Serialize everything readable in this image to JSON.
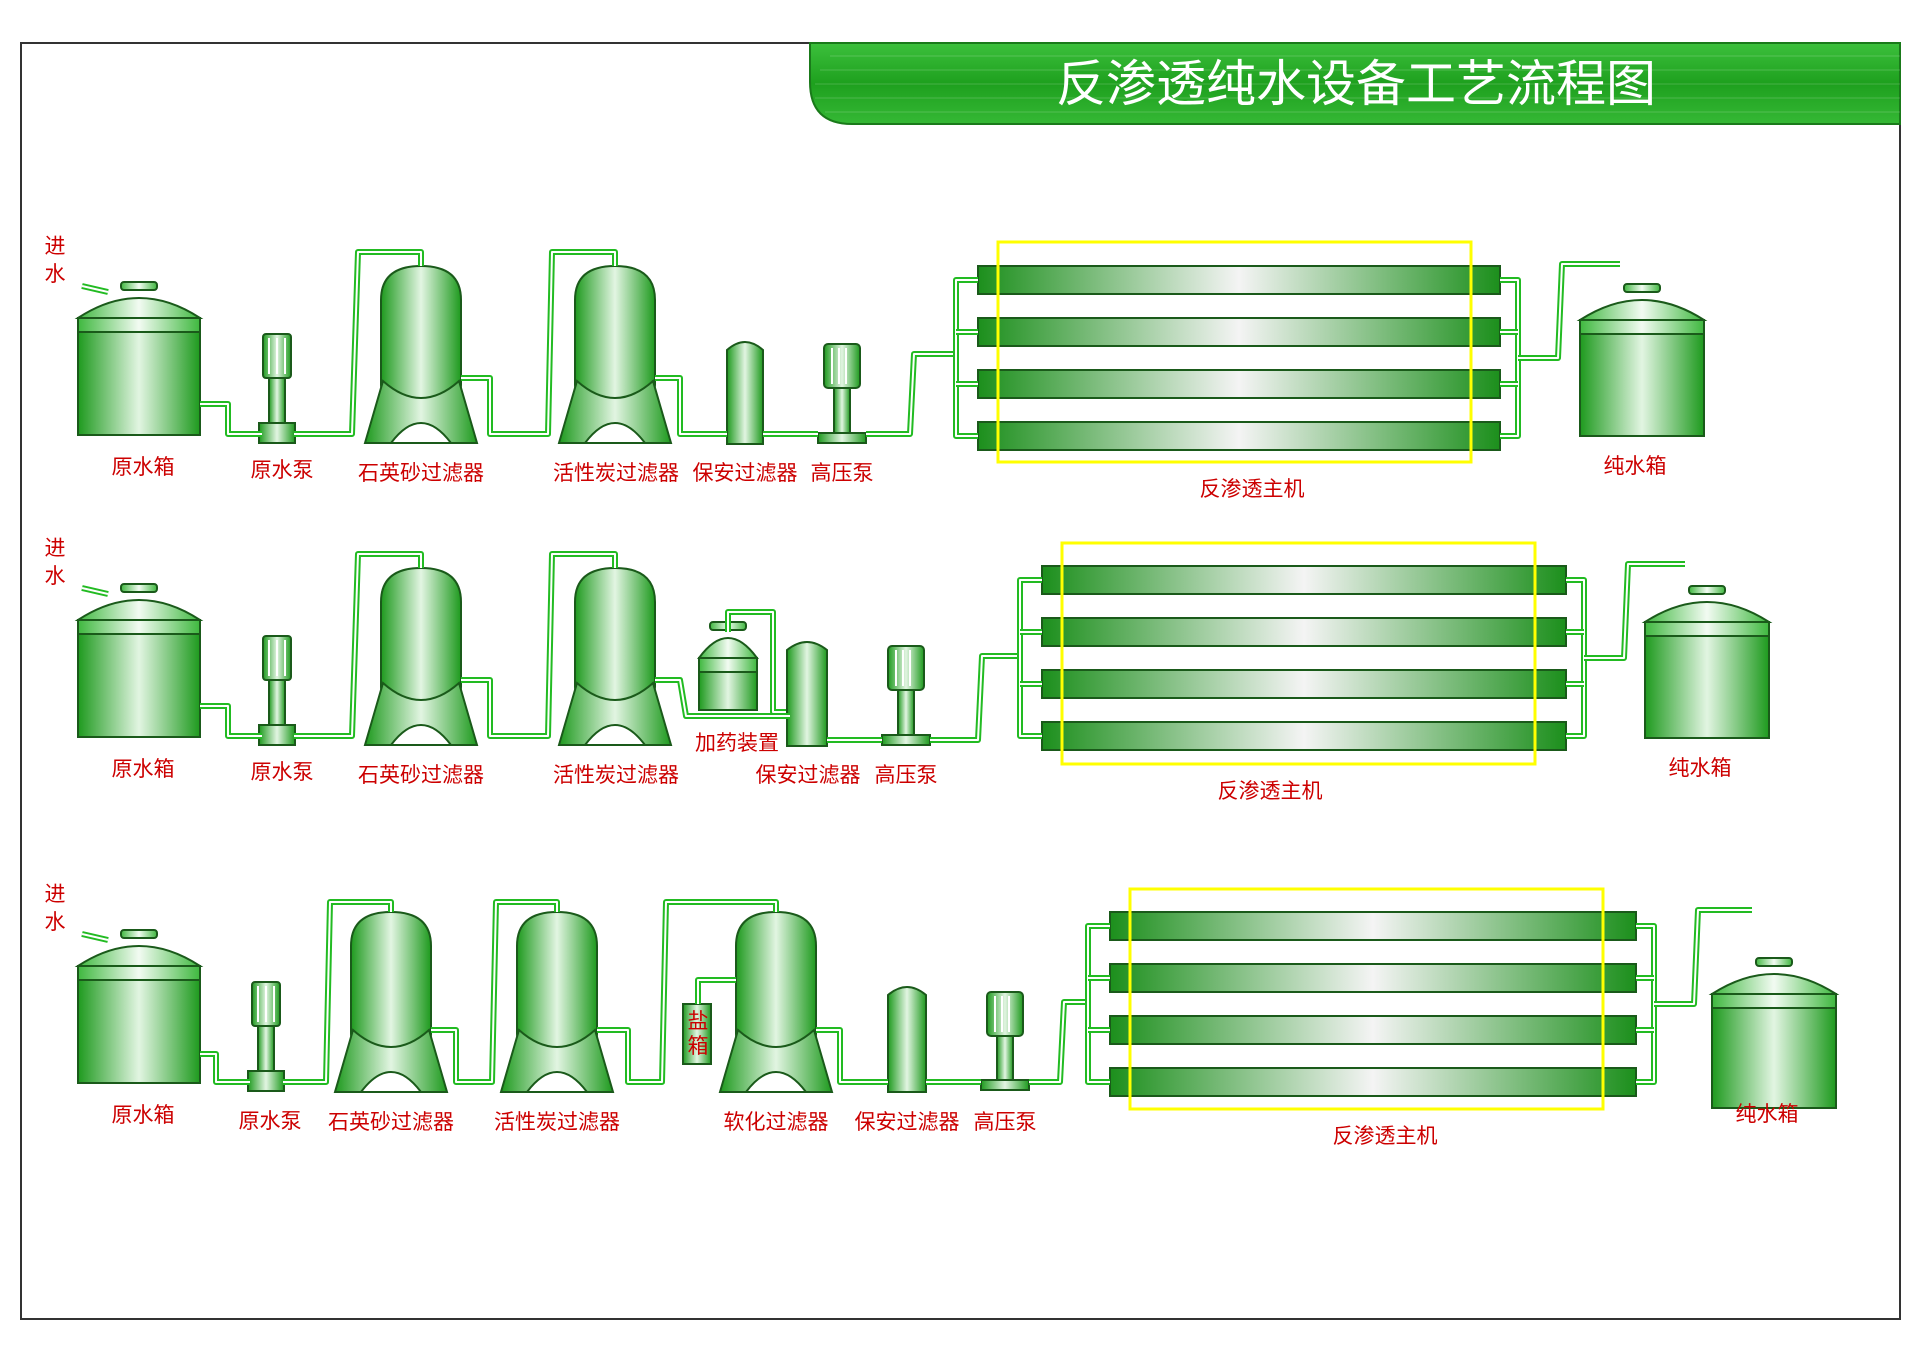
{
  "title": "反渗透纯水设备工艺流程图",
  "colors": {
    "accent_green": "#22aa22",
    "label_red": "#cc0000",
    "frame_yellow": "#ffff00",
    "border": "#333333"
  },
  "processes": [
    {
      "inlet": [
        "进",
        "水"
      ],
      "labels": {
        "raw_tank": "原水箱",
        "raw_pump": "原水泵",
        "sand_filter": "石英砂过滤器",
        "carbon_filter": "活性炭过滤器",
        "security_filter": "保安过滤器",
        "hp_pump": "高压泵",
        "ro_unit": "反渗透主机",
        "pure_tank": "纯水箱"
      }
    },
    {
      "inlet": [
        "进",
        "水"
      ],
      "labels": {
        "raw_tank": "原水箱",
        "raw_pump": "原水泵",
        "sand_filter": "石英砂过滤器",
        "carbon_filter": "活性炭过滤器",
        "dosing": "加药装置",
        "security_filter": "保安过滤器",
        "hp_pump": "高压泵",
        "ro_unit": "反渗透主机",
        "pure_tank": "纯水箱"
      }
    },
    {
      "inlet": [
        "进",
        "水"
      ],
      "labels": {
        "raw_tank": "原水箱",
        "raw_pump": "原水泵",
        "sand_filter": "石英砂过滤器",
        "carbon_filter": "活性炭过滤器",
        "salt_tank": [
          "盐",
          "箱"
        ],
        "softener": "软化过滤器",
        "security_filter": "保安过滤器",
        "hp_pump": "高压泵",
        "ro_unit": "反渗透主机",
        "pure_tank": "纯水箱"
      }
    }
  ]
}
